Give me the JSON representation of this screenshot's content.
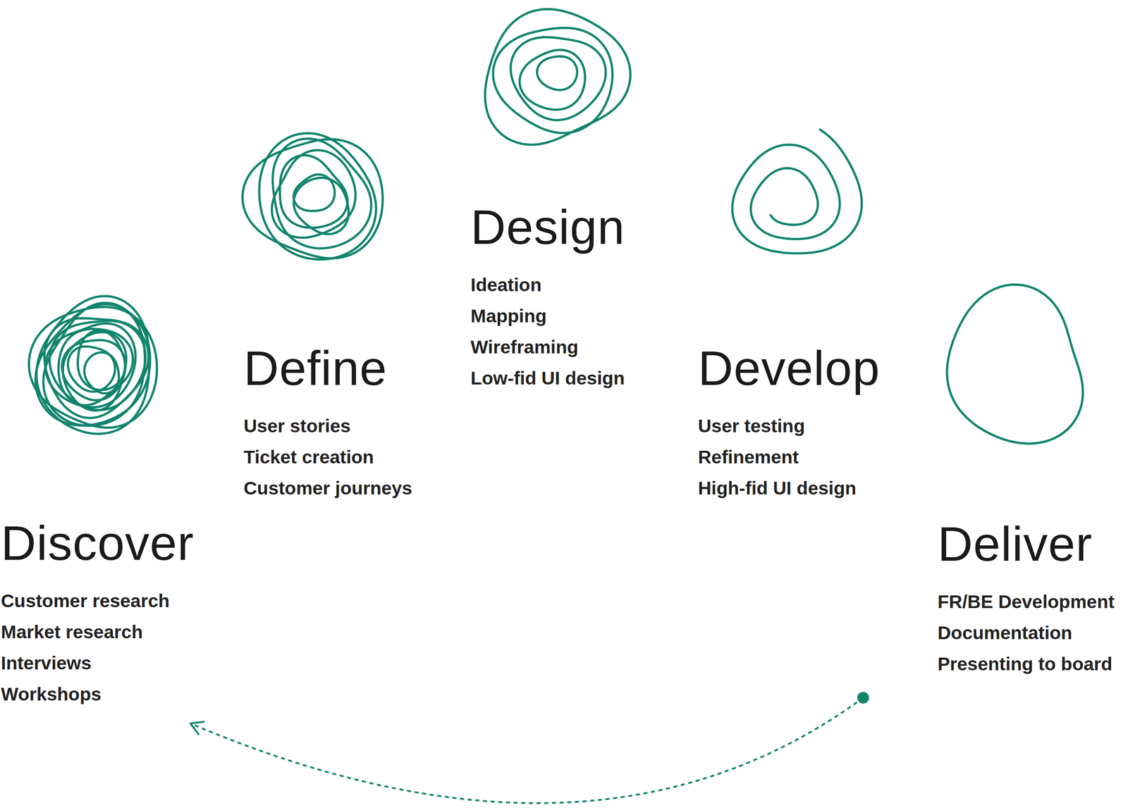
{
  "diagram": {
    "nodes": [
      {
        "text": [
          "Discover",
          "Customer research",
          "Market research",
          "Interviews",
          "Workshops"
        ]
      },
      {
        "text": [
          "Define",
          "User stories",
          "Ticket creation",
          "Customer journeys"
        ]
      },
      {
        "text": [
          "Design",
          "Ideation",
          "Mapping",
          "Wireframing",
          "Low-fid UI design"
        ]
      },
      {
        "text": [
          "Develop",
          "User testing",
          "Refinement",
          "High-fid UI design"
        ]
      },
      {
        "text": [
          "Deliver",
          "FR/BE Development",
          "Documentation",
          "Presenting to board"
        ]
      }
    ],
    "edges": [
      {
        "from": 4,
        "to": 0,
        "arrow": "to"
      }
    ]
  }
}
